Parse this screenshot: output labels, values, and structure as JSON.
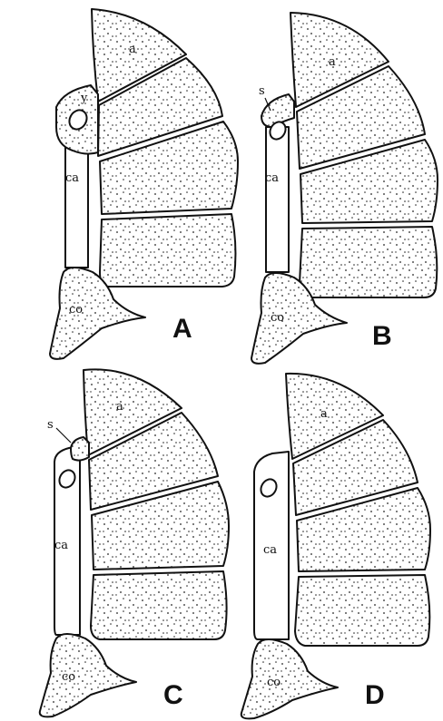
{
  "panels": [
    {
      "letter": "A",
      "labels": {
        "plate_top": "a",
        "small_plate": "y",
        "column": "ca",
        "base": "co"
      }
    },
    {
      "letter": "B",
      "labels": {
        "plate_top": "a",
        "small_plate": "s",
        "column": "ca",
        "base": "co"
      }
    },
    {
      "letter": "C",
      "labels": {
        "plate_top": "a",
        "small_plate": "s",
        "column": "ca",
        "base": "co"
      }
    },
    {
      "letter": "D",
      "labels": {
        "plate_top": "a",
        "column": "ca",
        "base": "co"
      }
    }
  ]
}
